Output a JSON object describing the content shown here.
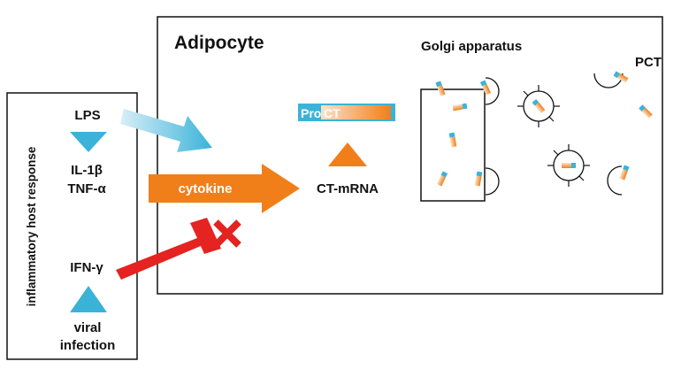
{
  "host_box": {
    "side_label": "inflammatory host response",
    "lps": "LPS",
    "il1b": "IL-1β",
    "tnfa": "TNF-α",
    "ifng": "IFN-γ",
    "viral": "viral",
    "infection": "infection"
  },
  "adipocyte": {
    "title": "Adipocyte",
    "golgi_label": "Golgi apparatus",
    "pct_label": "PCT",
    "mrna_label": "CT-mRNA",
    "cytokine_label": "cytokine",
    "pro_label": "Pro",
    "ct_label": "CT"
  },
  "colors": {
    "triangle_blue": "#3bb3d9",
    "orange": "#f07f1a",
    "red": "#e52320",
    "light_blue": "#8fcbe6",
    "black": "#111111"
  }
}
